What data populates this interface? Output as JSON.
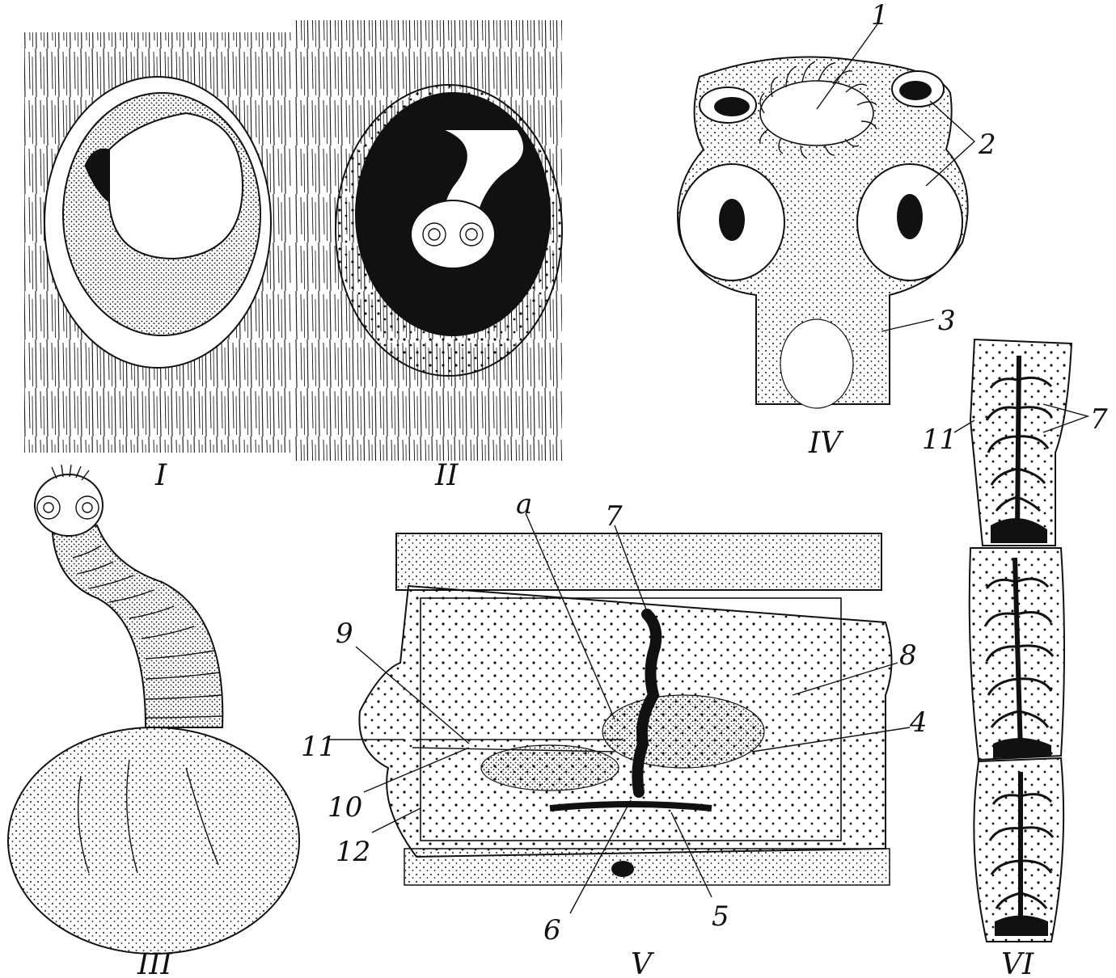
{
  "panels": {
    "I": "I",
    "II": "II",
    "III": "III",
    "IV": "IV",
    "V": "V",
    "VI": "VI"
  },
  "labels": {
    "l1": "1",
    "l2": "2",
    "l3": "3",
    "l4": "4",
    "l5": "5",
    "l6": "6",
    "l7_v": "7",
    "l7_vi": "7",
    "l8": "8",
    "l9": "9",
    "l10": "10",
    "l11_v": "11",
    "l11_vi": "11",
    "l12": "12",
    "la": "a"
  },
  "colors": {
    "ink": "#111111",
    "paper": "#ffffff"
  }
}
